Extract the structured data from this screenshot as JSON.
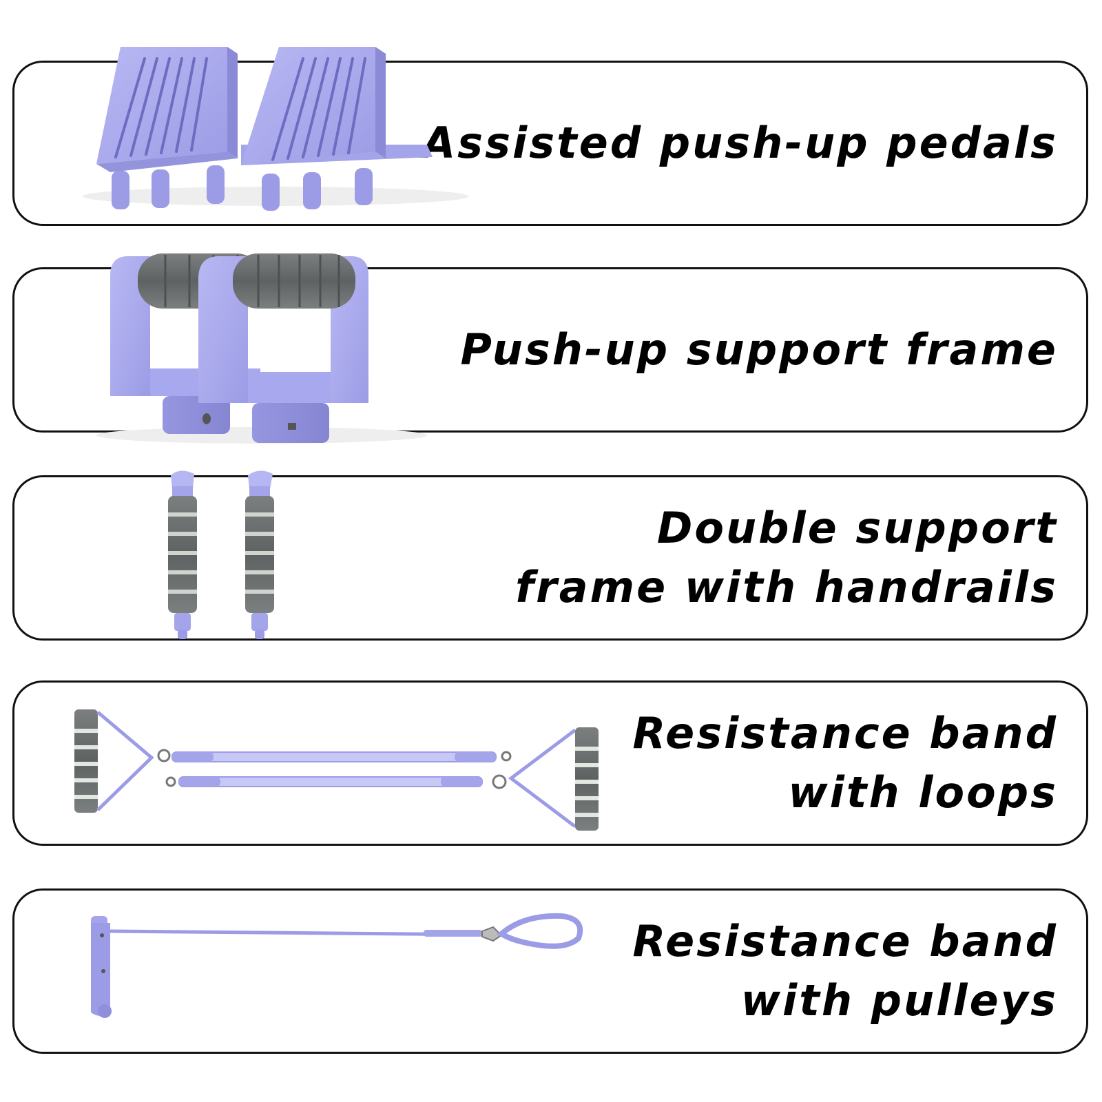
{
  "colors": {
    "accent_purple": "#a9a9ee",
    "purple_shade": "#8f8fdc",
    "foam_gray": "#6b6e6e",
    "foam_light": "#d8dcd8",
    "border": "#111111",
    "text": "#000000"
  },
  "items": [
    {
      "label_lines": [
        "Assisted push-up pedals"
      ],
      "icon": "push-up-pedals-icon"
    },
    {
      "label_lines": [
        "Push-up support frame"
      ],
      "icon": "push-up-frame-icon"
    },
    {
      "label_lines": [
        "Double support",
        "frame with handrails"
      ],
      "icon": "handrails-icon"
    },
    {
      "label_lines": [
        "Resistance band",
        "with loops"
      ],
      "icon": "resistance-band-loops-icon"
    },
    {
      "label_lines": [
        "Resistance band",
        "with pulleys"
      ],
      "icon": "resistance-band-pulley-icon"
    }
  ]
}
